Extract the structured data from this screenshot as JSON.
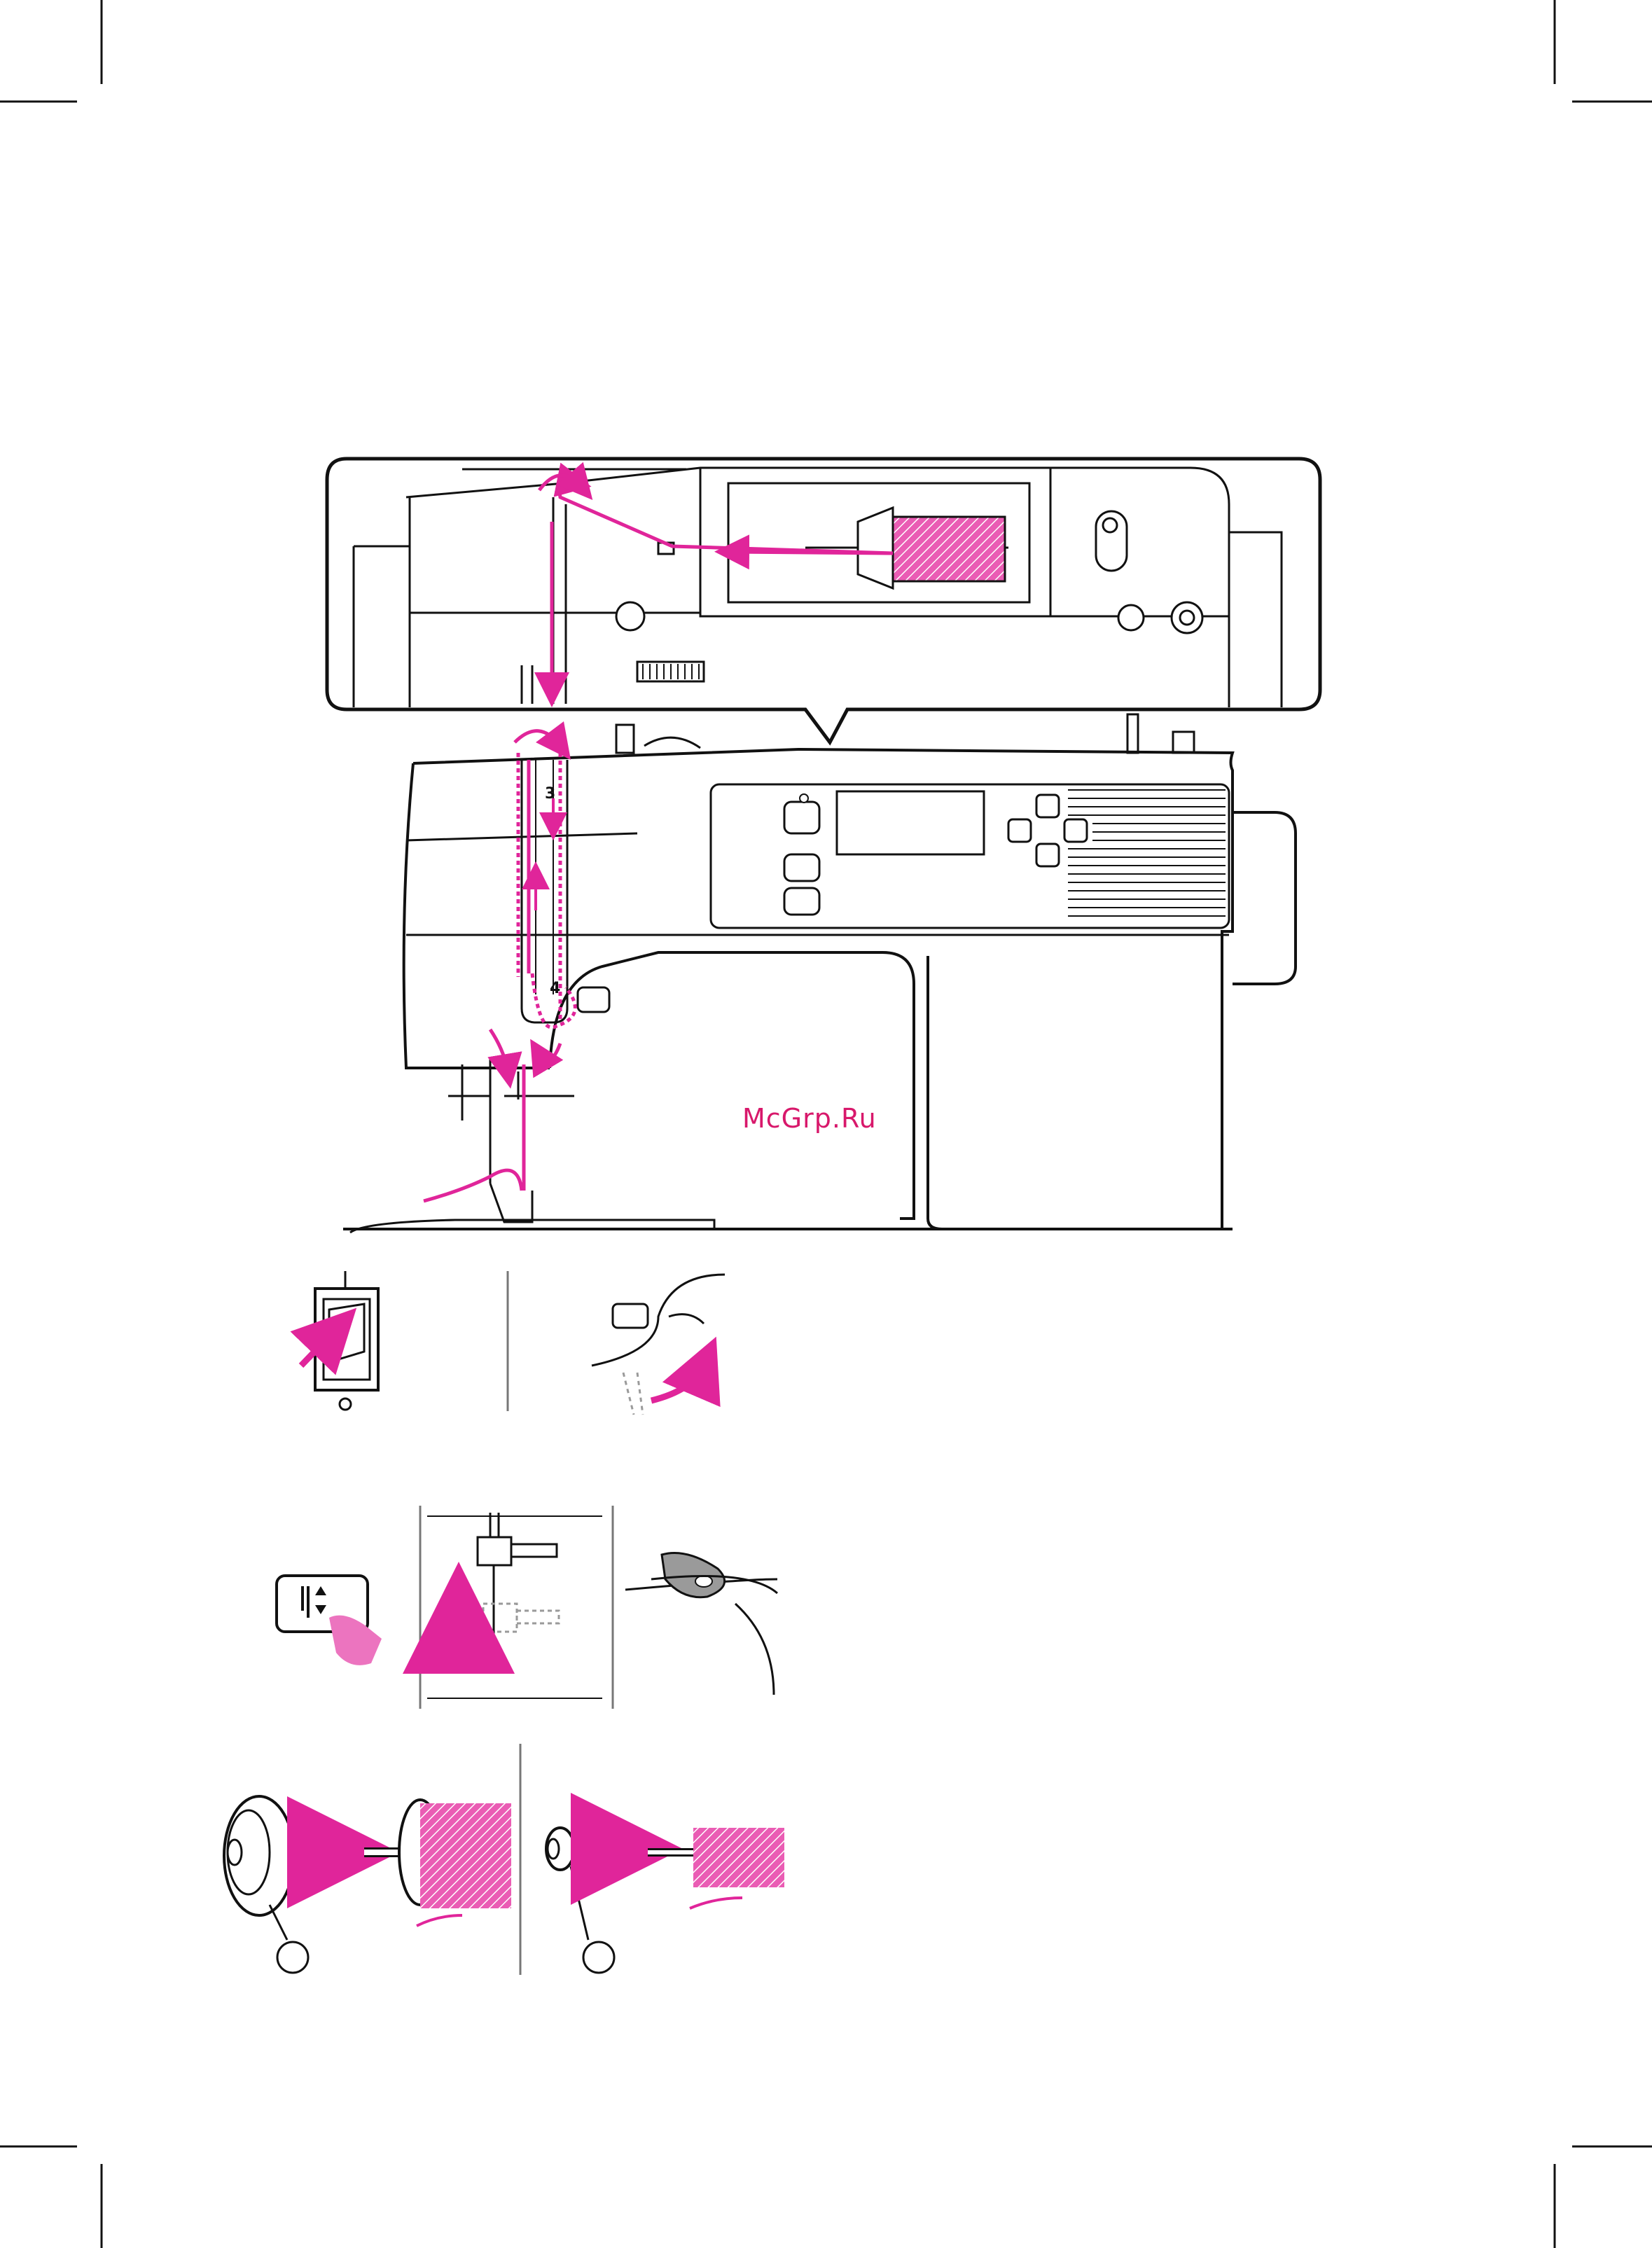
{
  "watermark": {
    "text": "McGrp.Ru"
  },
  "thread_guide_labels": {
    "step3": "3",
    "step4": "4"
  },
  "switch_labels": {
    "on_mark": "I",
    "off_mark": "O"
  },
  "colors": {
    "thread": "#e0259a",
    "line": "#111111",
    "ghost": "#9a9a9a"
  },
  "icons": [
    "needle-up-down-button-icon",
    "pointing-finger-icon",
    "up-arrow-icon",
    "right-arrow-icon",
    "curved-arrow-icon"
  ]
}
